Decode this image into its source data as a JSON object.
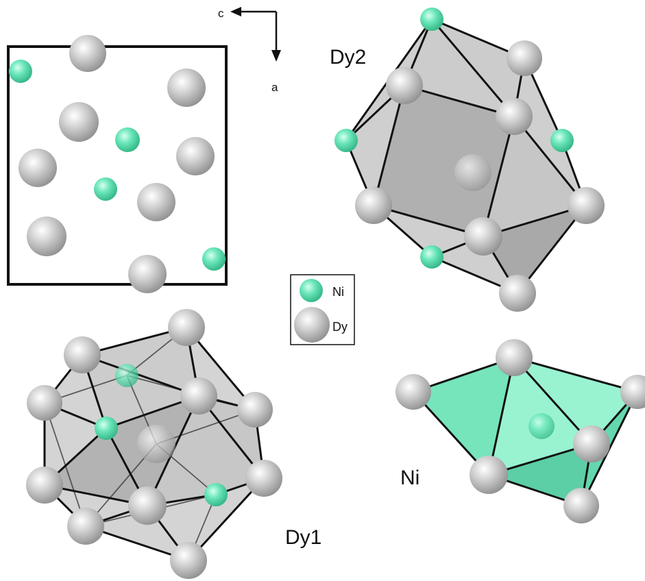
{
  "axes": {
    "horizontal": "c",
    "vertical": "a"
  },
  "legend": {
    "items": [
      {
        "label": "Ni",
        "color": "#5ee0b0"
      },
      {
        "label": "Dy",
        "color": "#c8c8c8"
      }
    ]
  },
  "labels": {
    "dy2": "Dy2",
    "dy1": "Dy1",
    "ni": "Ni"
  },
  "colors": {
    "ni": "#5ee0b0",
    "dy": "#c8c8c8",
    "edge": "#111111",
    "face_gray": "#9a9a9a",
    "face_green": "#5ee0b0"
  }
}
